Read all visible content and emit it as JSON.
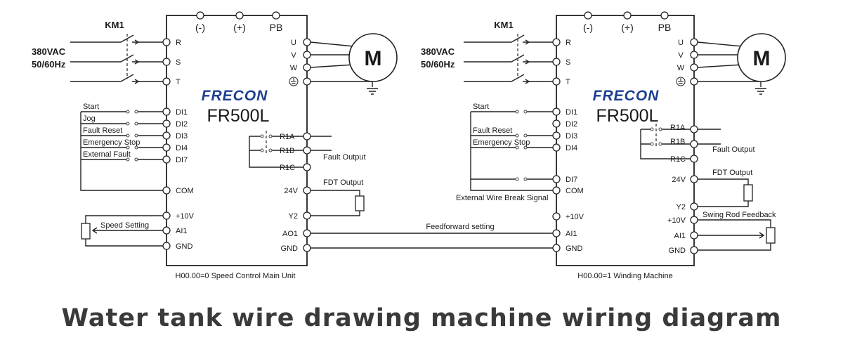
{
  "title": "Water tank wire drawing machine wiring diagram",
  "units": [
    {
      "brand": "FRECON",
      "model": "FR500L",
      "contactor": "KM1",
      "supply_voltage": "380VAC",
      "supply_freq": "50/60Hz",
      "power_terminals": [
        "(-)",
        "(+)",
        "PB"
      ],
      "input_terminals": [
        "R",
        "S",
        "T"
      ],
      "output_terminals": [
        "U",
        "V",
        "W"
      ],
      "motor_label": "M",
      "footer": "H00.00=0  Speed Control Main Unit",
      "digital_inputs": [
        {
          "terminal": "DI1",
          "signal": "Start"
        },
        {
          "terminal": "DI2",
          "signal": "Jog"
        },
        {
          "terminal": "DI3",
          "signal": "Fault Reset"
        },
        {
          "terminal": "DI4",
          "signal": "Emergency Stop"
        },
        {
          "terminal": "DI7",
          "signal": "External Fault"
        }
      ],
      "com": "COM",
      "relay_terminals": [
        "R1A",
        "R1B",
        "R1C"
      ],
      "fault_output": "Fault Output",
      "v24": "24V",
      "fdt_output": "FDT Output",
      "y2": "Y2",
      "p10v": "+10V",
      "ai1": "AI1",
      "gnd": "GND",
      "ao1": "AO1",
      "speed_setting": "Speed Setting"
    },
    {
      "brand": "FRECON",
      "model": "FR500L",
      "contactor": "KM1",
      "supply_voltage": "380VAC",
      "supply_freq": "50/60Hz",
      "power_terminals": [
        "(-)",
        "(+)",
        "PB"
      ],
      "input_terminals": [
        "R",
        "S",
        "T"
      ],
      "output_terminals": [
        "U",
        "V",
        "W"
      ],
      "motor_label": "M",
      "footer": "H00.00=1 Winding Machine",
      "digital_inputs": [
        {
          "terminal": "DI1",
          "signal": "Start"
        },
        {
          "terminal": "DI2",
          "signal": ""
        },
        {
          "terminal": "DI3",
          "signal": "Fault Reset"
        },
        {
          "terminal": "DI4",
          "signal": "Emergency Stop"
        },
        {
          "terminal": "DI7",
          "signal": ""
        }
      ],
      "com": "COM",
      "break_signal": "External Wire Break Signal",
      "relay_terminals": [
        "R1A",
        "R1B",
        "R1C"
      ],
      "fault_output": "Fault Output",
      "v24": "24V",
      "fdt_output": "FDT Output",
      "y2": "Y2",
      "p10v": "+10V",
      "ai1": "AI1",
      "gnd": "GND",
      "swing_rod": "Swing Rod Feedback"
    }
  ],
  "feedforward": "Feedforward setting"
}
